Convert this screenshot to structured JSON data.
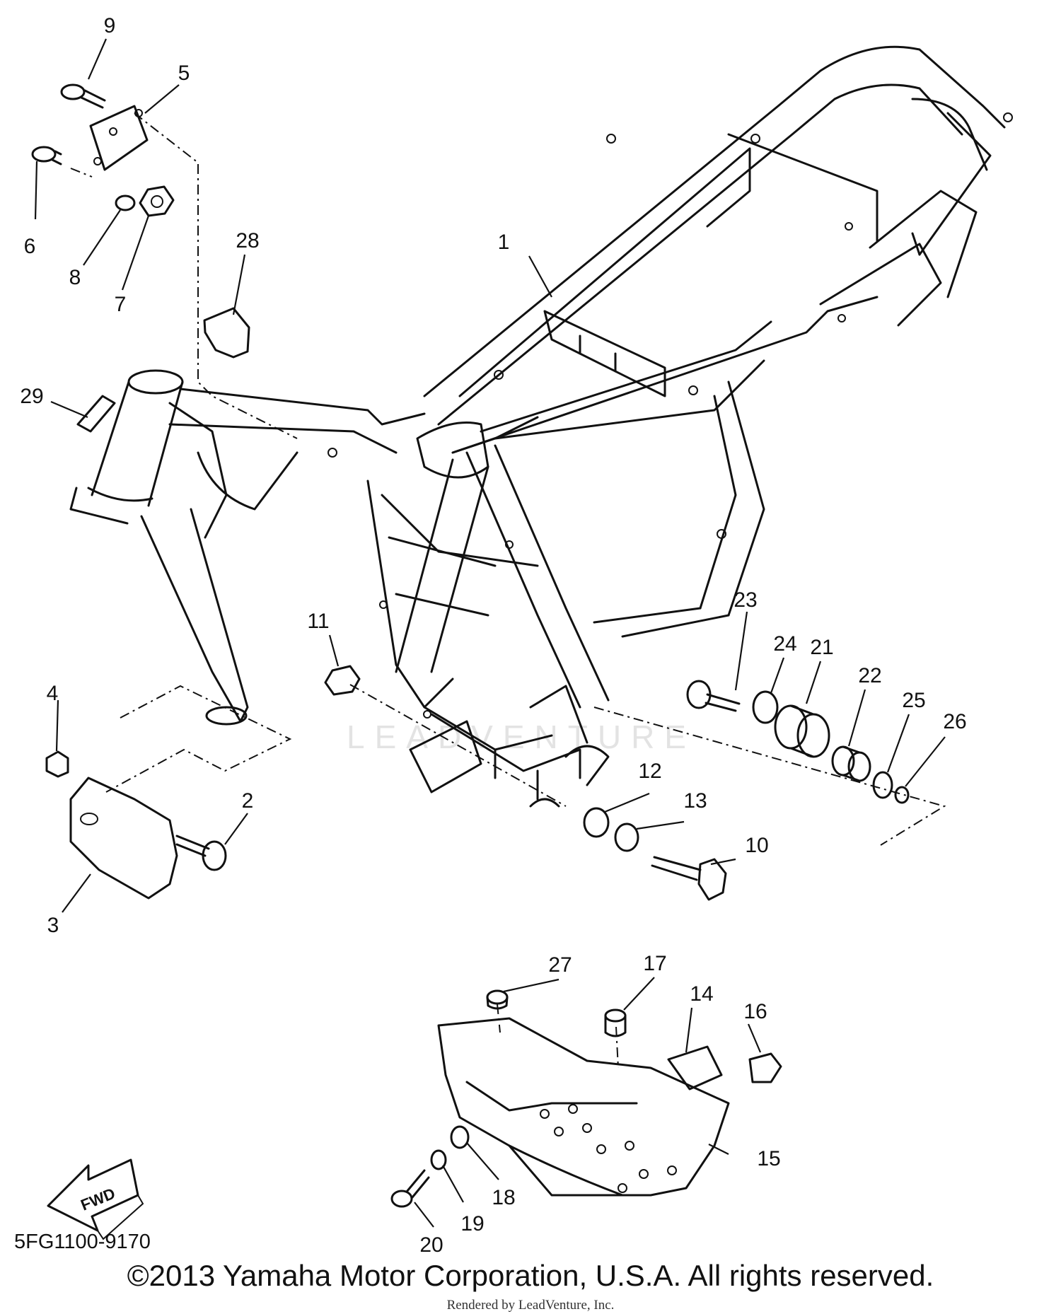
{
  "diagram": {
    "callouts": [
      "1",
      "2",
      "3",
      "4",
      "5",
      "6",
      "7",
      "8",
      "9",
      "10",
      "11",
      "12",
      "13",
      "14",
      "15",
      "16",
      "17",
      "18",
      "19",
      "20",
      "21",
      "22",
      "23",
      "24",
      "25",
      "26",
      "27",
      "28",
      "29"
    ],
    "drawing_code": "5FG1100-9170",
    "fwd_label": "FWD",
    "watermark": "LEADVENTURE"
  },
  "footer": {
    "copyright": "©2013 Yamaha Motor Corporation, U.S.A. All rights reserved.",
    "rendered_by": "Rendered by LeadVenture, Inc."
  }
}
